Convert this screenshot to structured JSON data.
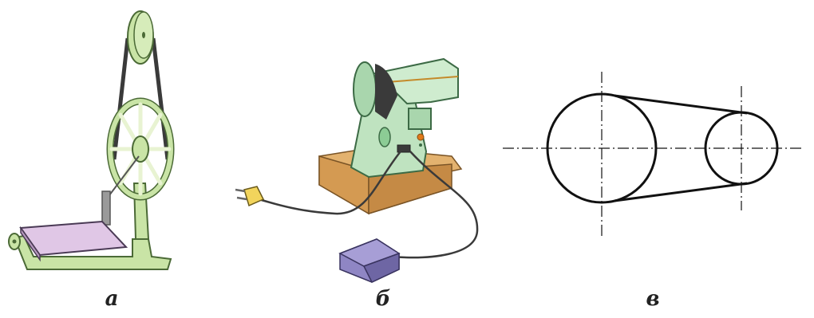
{
  "figure": {
    "panels": [
      {
        "id": "a",
        "caption": "а",
        "subject": "treadle-drive-with-belt"
      },
      {
        "id": "b",
        "caption": "б",
        "subject": "electric-sewing-machine-with-pedal"
      },
      {
        "id": "c",
        "caption": "в",
        "subject": "belt-drive-schematic"
      }
    ]
  },
  "colors": {
    "frame_green": "#c9e4a6",
    "frame_outline": "#4b6a36",
    "belt": "#3a3a3a",
    "platform_purple": "#e0c7e6",
    "machine_green": "#bfe3c0",
    "wood_box": "#d9a866",
    "pedal_purple": "#8f86c4",
    "plug_yellow": "#f2d45c",
    "schematic_stroke": "#111111"
  }
}
